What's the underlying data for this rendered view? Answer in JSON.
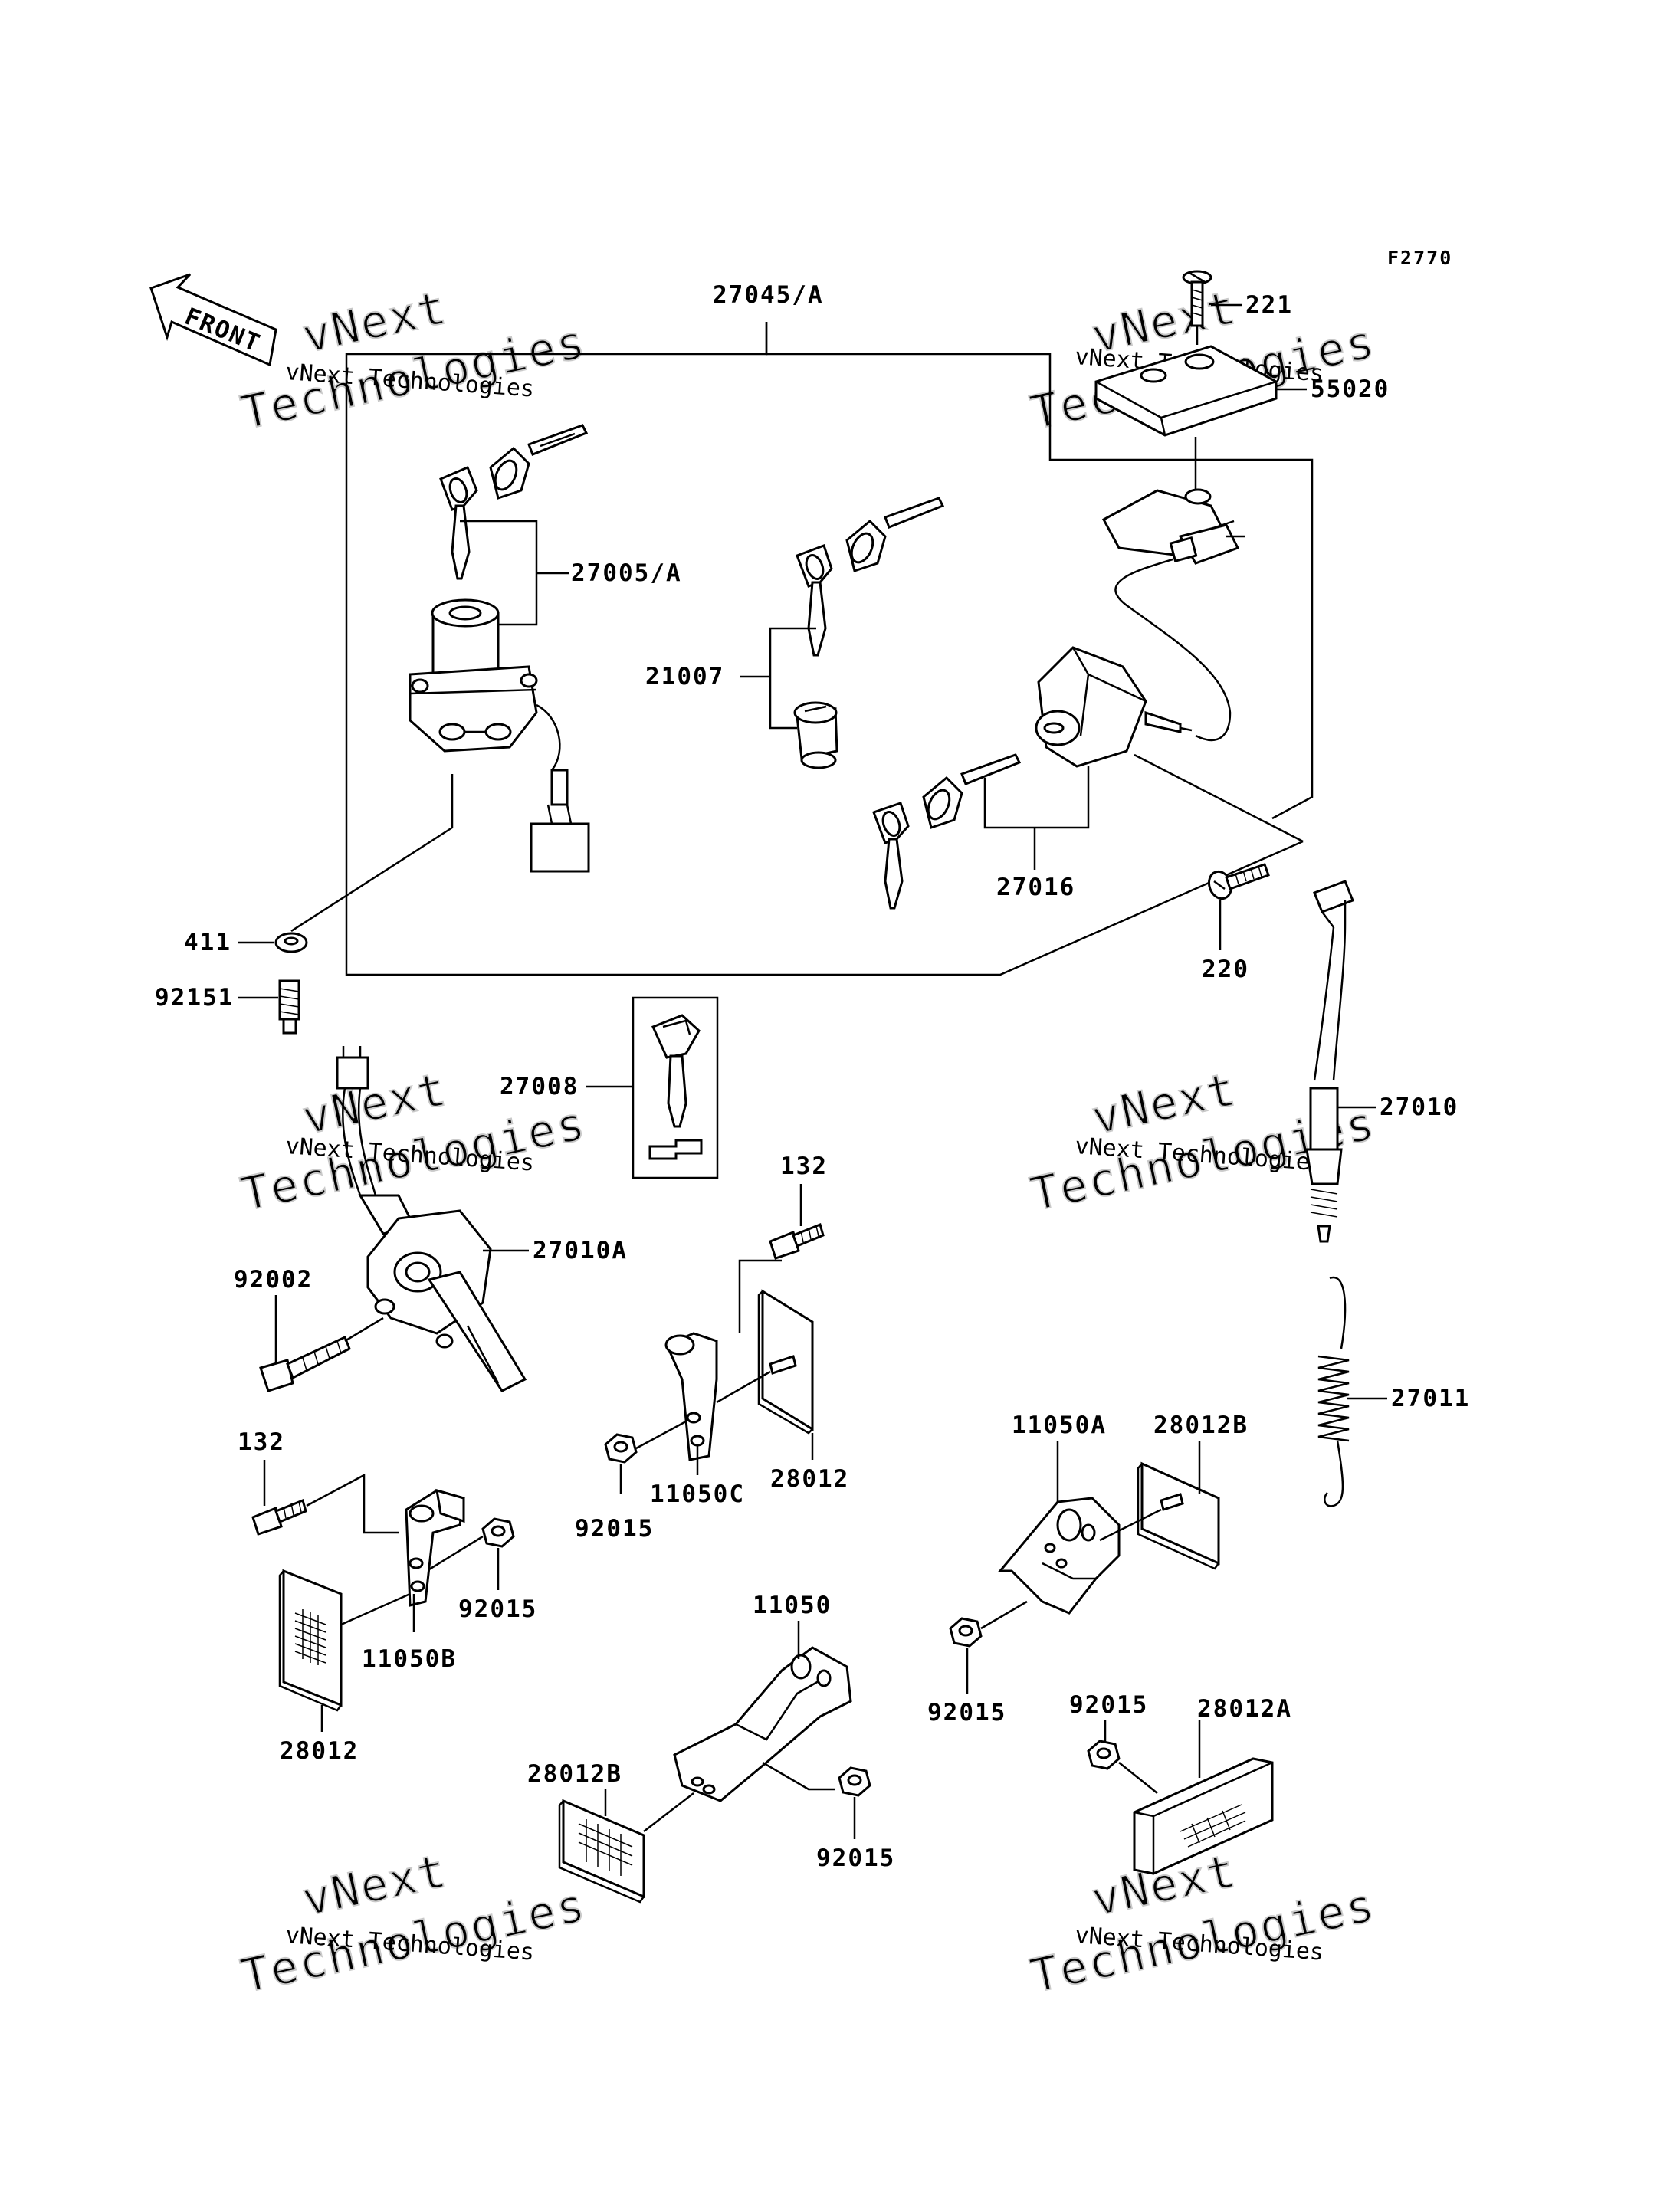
{
  "figure_code": "F2770",
  "front_arrow_label": "FRONT",
  "watermark": {
    "line_text": "vNext Technologies",
    "big_line1": "vNext",
    "big_line2": "Technologies"
  },
  "callouts": {
    "c27045A": "27045/A",
    "c221": "221",
    "c55020": "55020",
    "c27005A": "27005/A",
    "c21007": "21007",
    "c27016": "27016",
    "c220": "220",
    "c411": "411",
    "c92151": "92151",
    "c27008": "27008",
    "c132a": "132",
    "c27010": "27010",
    "c27010A": "27010A",
    "c92002": "92002",
    "c27011": "27011",
    "c132b": "132",
    "c11050A": "11050A",
    "c28012B_a": "28012B",
    "c11050C": "11050C",
    "c28012_a": "28012",
    "c92015_a": "92015",
    "c92015_b": "92015",
    "c11050B": "11050B",
    "c28012_b": "28012",
    "c11050": "11050",
    "c92015_c": "92015",
    "c92015_d": "92015",
    "c28012A": "28012A",
    "c28012B_b": "28012B",
    "c92015_e": "92015"
  }
}
